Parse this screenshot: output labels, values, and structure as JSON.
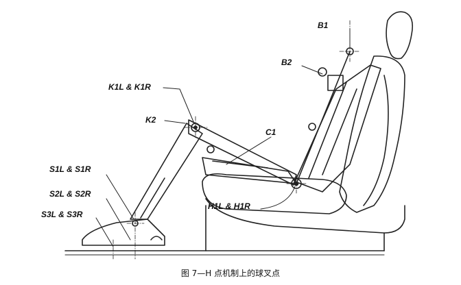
{
  "labels": {
    "b1": "B1",
    "b2": "B2",
    "k1": "K1L & K1R",
    "k2": "K2",
    "c1": "C1",
    "s1": "S1L & S1R",
    "s2": "S2L & S2R",
    "s3": "S3L & S3R",
    "h1": "H1L & H1R"
  },
  "caption": "图 7—H 点机制上的球叉点"
}
